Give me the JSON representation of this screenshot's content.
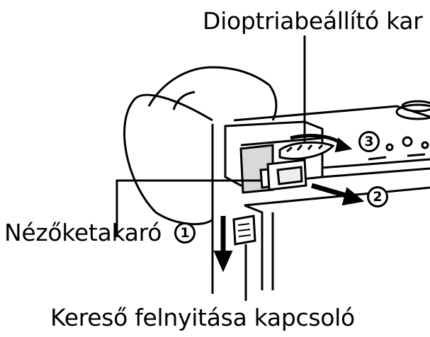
{
  "labels": {
    "diopter_lever": "Dioptriabeállító kar",
    "eyecup": "Nézőketakaró",
    "finder_pop_up_switch": "Kereső felnyitása kapcsoló"
  },
  "steps": [
    "1",
    "2",
    "3"
  ],
  "colors": {
    "line": "#000000",
    "background": "#ffffff",
    "shade": "#d9d9d9"
  }
}
